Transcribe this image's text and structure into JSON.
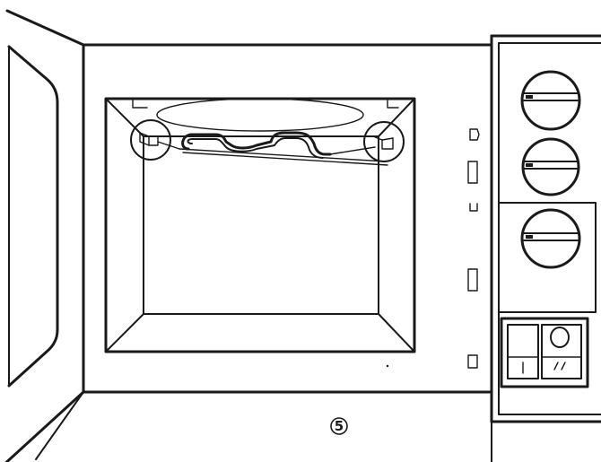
{
  "figure": {
    "step_number": "5",
    "description_items": {
      "oven": "microwave-oven",
      "rack": "wire-rack",
      "knobs": 3,
      "vent_slots": 5
    }
  }
}
